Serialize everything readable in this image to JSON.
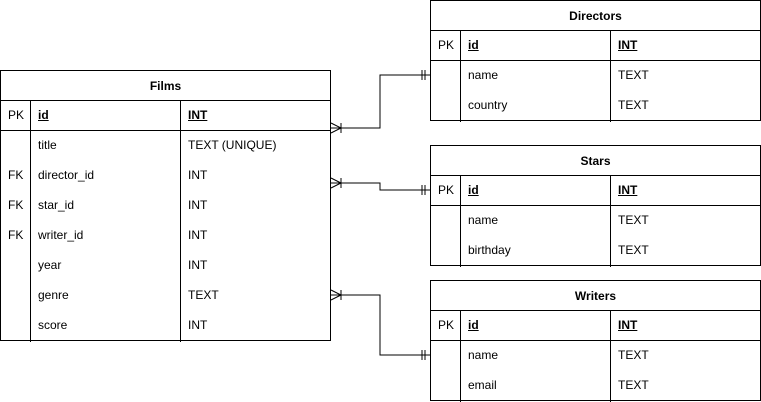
{
  "tables": [
    {
      "id": "films",
      "title": "Films",
      "rows": [
        {
          "key": "PK",
          "name": "id",
          "type": "INT",
          "pk": true
        },
        {
          "key": "",
          "name": "title",
          "type": "TEXT (UNIQUE)"
        },
        {
          "key": "FK",
          "name": "director_id",
          "type": "INT"
        },
        {
          "key": "FK",
          "name": "star_id",
          "type": "INT"
        },
        {
          "key": "FK",
          "name": "writer_id",
          "type": "INT"
        },
        {
          "key": "",
          "name": "year",
          "type": "INT"
        },
        {
          "key": "",
          "name": "genre",
          "type": "TEXT"
        },
        {
          "key": "",
          "name": "score",
          "type": "INT"
        }
      ]
    },
    {
      "id": "directors",
      "title": "Directors",
      "rows": [
        {
          "key": "PK",
          "name": "id",
          "type": "INT",
          "pk": true
        },
        {
          "key": "",
          "name": "name",
          "type": "TEXT"
        },
        {
          "key": "",
          "name": "country",
          "type": "TEXT"
        }
      ]
    },
    {
      "id": "stars",
      "title": "Stars",
      "rows": [
        {
          "key": "PK",
          "name": "id",
          "type": "INT",
          "pk": true
        },
        {
          "key": "",
          "name": "name",
          "type": "TEXT"
        },
        {
          "key": "",
          "name": "birthday",
          "type": "TEXT"
        }
      ]
    },
    {
      "id": "writers",
      "title": "Writers",
      "rows": [
        {
          "key": "PK",
          "name": "id",
          "type": "INT",
          "pk": true
        },
        {
          "key": "",
          "name": "name",
          "type": "TEXT"
        },
        {
          "key": "",
          "name": "email",
          "type": "TEXT"
        }
      ]
    }
  ],
  "relationships": [
    {
      "from": "films",
      "to": "directors",
      "from_end": "many",
      "to_end": "one"
    },
    {
      "from": "films",
      "to": "stars",
      "from_end": "many",
      "to_end": "one"
    },
    {
      "from": "films",
      "to": "writers",
      "from_end": "many",
      "to_end": "one"
    }
  ]
}
